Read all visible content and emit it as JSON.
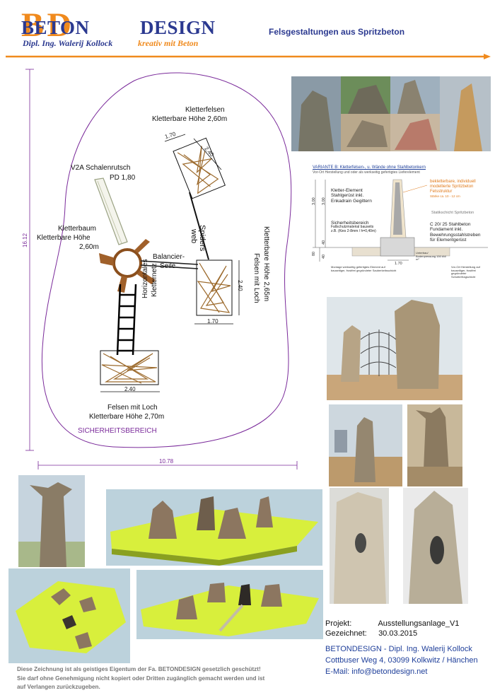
{
  "header": {
    "logo_beton": "BETON",
    "logo_b": "B",
    "logo_d": "D",
    "logo_design": "DESIGN",
    "logo_subtitle_left": "Dipl. Ing. Walerij Kollock",
    "logo_subtitle_right": "kreativ mit Beton",
    "title": "Felsgestaltungen aus Spritzbeton"
  },
  "colors": {
    "brand_blue": "#2b3990",
    "brand_orange": "#f08a1d",
    "safety_zone": "#7a2a9a",
    "platform_yellow": "#d8ef3c"
  },
  "plan": {
    "kletterfelsen_title": "Kletterfelsen",
    "kletterfelsen_height": "Kletterbare Höhe 2,60m",
    "rutsche_title": "V2A Schalenrutsch",
    "rutsche_pd": "PD 1,80",
    "spiders_1": "Spiders",
    "spiders_2": "web",
    "kletterbaum_title": "Kletterbaum",
    "kletterbaum_height_1": "Kletterbare Höhe",
    "kletterbaum_height_2": "2,60m",
    "balancier_1": "Balancier-",
    "balancier_2": "Seile",
    "felsen_right_1": "Felsen mit Loch",
    "felsen_right_2": "Kletterbare Höhe 2,65m",
    "netz_1": "Horizontales",
    "netz_2": "Kletternetz",
    "felsen_bottom_1": "Felsen mit Loch",
    "felsen_bottom_2": "Kletterbare Höhe 2,70m",
    "sicherheitsbereich": "SICHERHEITSBEREICH",
    "dim_total_height": "16.12",
    "dim_total_width": "10.78",
    "dim_top_a": "1.70",
    "dim_top_b": "2.40",
    "dim_right_a": "2.40",
    "dim_right_b": "1.70",
    "dim_bottom": "2.40"
  },
  "section": {
    "title": "VARIANTE B:  Kletterfelsen-, u. Wände ohne Stahlbetonkern",
    "subtitle": "Vor-Ort Herstellung und oder als werkseitig gefertigtes Lieferelement",
    "label_element_1": "Kletter-Element",
    "label_element_2": "Stahlgerüst inkl.",
    "label_element_3": "Enkadrain Gegittern",
    "label_orange_1": "bekletterbare, individuell",
    "label_orange_2": "modellierte Spritzbeton",
    "label_orange_3": "Felsstruktur",
    "label_orange_4": "Stärke ca. 10 - 12 cm",
    "label_schicht": "Statikschicht Spritzbeton",
    "label_safety_1": "Sicherheitsbereich",
    "label_safety_2": "Fallschutzmaterial bauseits",
    "label_safety_3": "z.B. (Kies 2-8mm / h=0,40m)",
    "label_fund_1": "C 20/ 25 Stahlbeton",
    "label_fund_2": "Fundament inkl.",
    "label_fund_3": "Bewehrungsstahlstreben",
    "label_fund_4": "für Elementgerüst",
    "dim_300_a": "3.00",
    "dim_300_b": "3.00",
    "dim_40_a": "40",
    "dim_80": "80",
    "dim_40_b": "40",
    "dim_170": "1.70",
    "foot_left": "Montage werkseitig gefertigtes Element auf bauseitiger, frostfrei gegründeter Sauberkeitsschicht",
    "foot_mid": "Unterbau/ Bodenpressung 150 kN/ m²",
    "foot_right": "Vor-Ort Herstellung auf bauseitiger, frostfrei gegründeter Schotterfragschicht"
  },
  "project": {
    "projekt_key": "Projekt:",
    "projekt_value": "Ausstellungsanlage_V1",
    "gezeichnet_key": "Gezeichnet:",
    "gezeichnet_value": "30.03.2015"
  },
  "company": {
    "line1": "BETONDESIGN - Dipl. Ing. Walerij Kollock",
    "line2": "Cottbuser Weg 4, 03099 Kolkwitz / Hänchen",
    "line3": "E-Mail: info@betondesign.net"
  },
  "copyright": {
    "line1": "Diese Zeichnung ist als geistiges Eigentum der Fa. BETONDESIGN gesetzlich geschützt!",
    "line2": "Sie darf ohne Genehmigung nicht kopiert oder Dritten zugänglich gemacht werden und ist",
    "line3": "auf Verlangen zurückzugeben."
  }
}
